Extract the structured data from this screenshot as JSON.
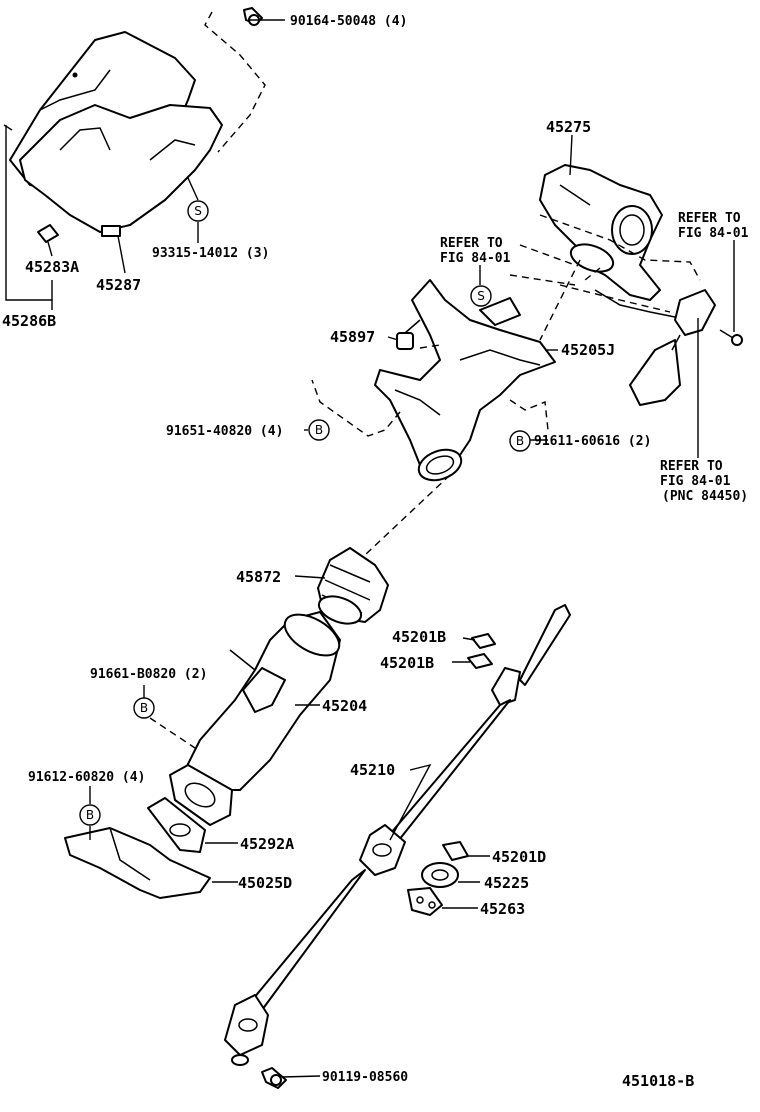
{
  "labels": {
    "p90164": "90164-50048 (4)",
    "p45275": "45275",
    "refer1a": "REFER TO",
    "refer1b": "FIG 84-01",
    "refer2a": "REFER TO",
    "refer2b": "FIG 84-01",
    "p93315": "93315-14012 (3)",
    "p45283A": "45283A",
    "p45287": "45287",
    "p45286B": "45286B",
    "p45897": "45897",
    "p45205J": "45205J",
    "p91651": "91651-40820 (4)",
    "p91611": "91611-60616 (2)",
    "refer3a": "REFER TO",
    "refer3b": "FIG 84-01",
    "refer3c": "(PNC 84450)",
    "p45872": "45872",
    "p45201B1": "45201B",
    "p45201B2": "45201B",
    "p91661": "91661-B0820 (2)",
    "p45204": "45204",
    "p45210": "45210",
    "p91612": "91612-60820 (4)",
    "p45292A": "45292A",
    "p45201D": "45201D",
    "p45225": "45225",
    "p45025D": "45025D",
    "p45263": "45263",
    "p90119": "90119-08560",
    "figcode": "451018-B"
  },
  "markers": {
    "s": "S",
    "b": "B"
  }
}
